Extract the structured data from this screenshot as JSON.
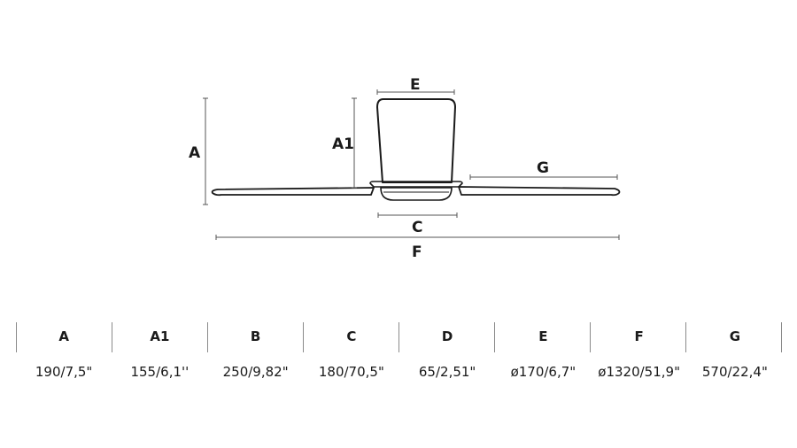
{
  "diagram": {
    "labels": {
      "a": "A",
      "a1": "A1",
      "c": "C",
      "e": "E",
      "f": "F",
      "g": "G"
    }
  },
  "spec_table": {
    "columns": [
      {
        "key": "A",
        "value": "190/7,5\""
      },
      {
        "key": "A1",
        "value": "155/6,1''"
      },
      {
        "key": "B",
        "value": "250/9,82\""
      },
      {
        "key": "C",
        "value": "180/70,5\""
      },
      {
        "key": "D",
        "value": "65/2,51\""
      },
      {
        "key": "E",
        "value": "ø170/6,7\""
      },
      {
        "key": "F",
        "value": "ø1320/51,9\""
      },
      {
        "key": "G",
        "value": "570/22,4\""
      }
    ]
  },
  "colors": {
    "line": "#1a1a1a",
    "divider": "#8a8a8a",
    "background": "#ffffff"
  }
}
